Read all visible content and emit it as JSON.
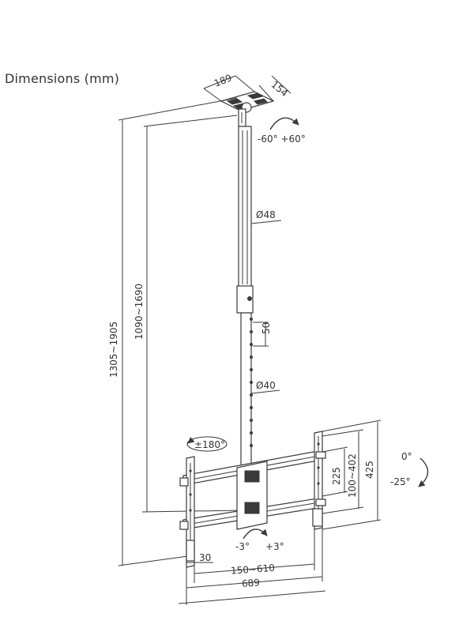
{
  "title": "Dimensions (mm)",
  "dimensions": {
    "plate_width": "189",
    "plate_depth": "154",
    "tilt_top": "-60° +60°",
    "pole_upper_diameter": "Ø48",
    "spacing": "50",
    "pole_lower_diameter": "Ø40",
    "total_height": "1305~1905",
    "pole_length": "1090~1690",
    "swivel": "±180°",
    "vesa_min_height": "225",
    "vesa_height_range": "100~402",
    "bracket_height": "425",
    "tilt_up": "0°",
    "tilt_down": "-25°",
    "level_adjust_left": "-3°",
    "level_adjust_right": "+3°",
    "offset": "30",
    "vesa_width_range": "150~610",
    "bracket_width": "689"
  },
  "colors": {
    "line": "#3a3a3a",
    "text": "#333333"
  }
}
